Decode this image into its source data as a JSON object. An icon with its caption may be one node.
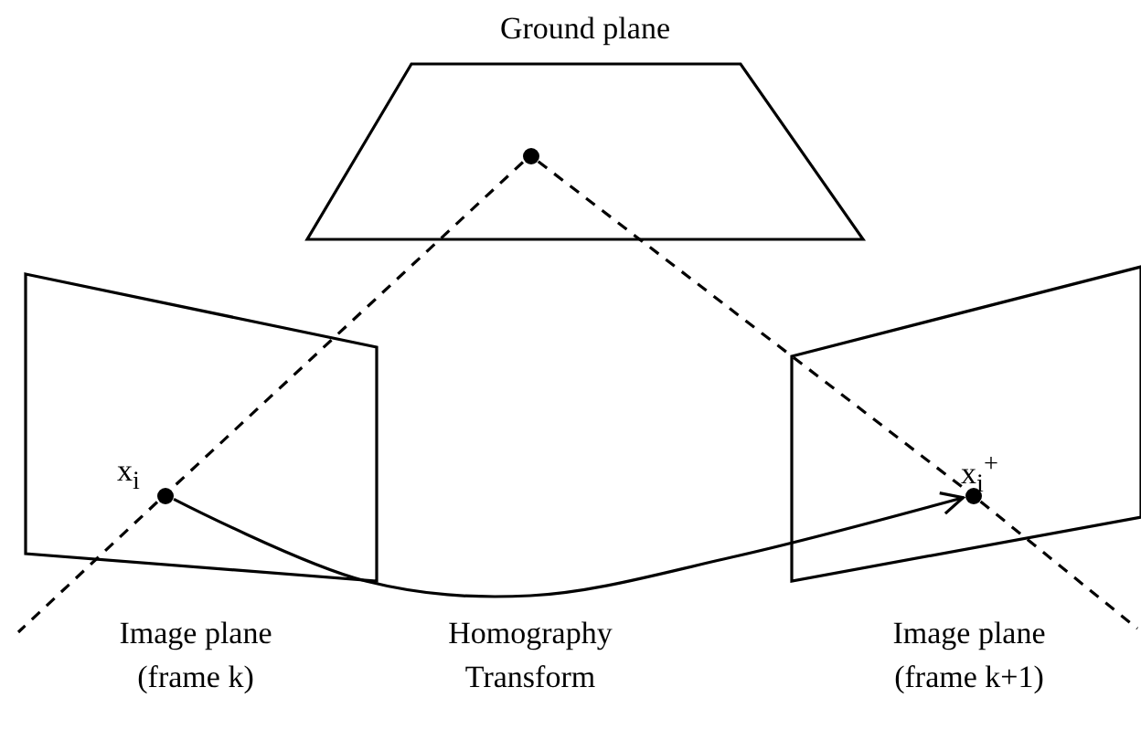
{
  "diagram": {
    "nodes": [
      {
        "text": [
          "Ground plane"
        ]
      },
      {
        "text": [
          "Image plane (frame k)"
        ]
      },
      {
        "text": [
          "Image plane (frame k+1)"
        ]
      },
      {
        "text": [],
        "shape": "circle",
        "in": 1,
        "beside": [
          "x$_{i}$"
        ]
      },
      {
        "text": [],
        "shape": "circle",
        "in": 2,
        "beside": [
          "x$_{i}$$^{+}$"
        ]
      },
      {
        "text": [],
        "shape": "circle",
        "in": 0
      }
    ],
    "edges": [
      {
        "from": 5,
        "to": 3,
        "arrow": "none",
        "style": "dashed"
      },
      {
        "from": 3,
        "to": null,
        "arrow": "none",
        "style": "dashed"
      },
      {
        "from": 5,
        "to": 4,
        "arrow": "none",
        "style": "dashed"
      },
      {
        "from": 4,
        "to": null,
        "arrow": "none",
        "style": "dashed"
      },
      {
        "from": 3,
        "to": 4,
        "arrow": "to",
        "label": "Homography Transform"
      }
    ]
  }
}
